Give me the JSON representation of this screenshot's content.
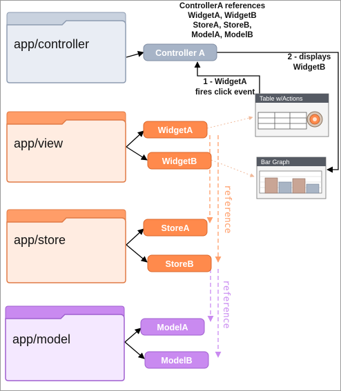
{
  "folders": {
    "controller": {
      "label": "app/controller",
      "fill": "#e9edf4",
      "tab": "#c9d2df",
      "stroke": "#8d9bb0"
    },
    "view": {
      "label": "app/view",
      "fill": "#ffece1",
      "tab": "#ff9d68",
      "stroke": "#e07a45"
    },
    "store": {
      "label": "app/store",
      "fill": "#ffece1",
      "tab": "#ff9d68",
      "stroke": "#e07a45"
    },
    "model": {
      "label": "app/model",
      "fill": "#f4e8ff",
      "tab": "#c98af0",
      "stroke": "#9f5fcf"
    }
  },
  "pills": {
    "controller_a": "Controller A",
    "widget_a": "WidgetA",
    "widget_b": "WidgetB",
    "store_a": "StoreA",
    "store_b": "StoreB",
    "model_a": "ModelA",
    "model_b": "ModelB"
  },
  "notes": {
    "references": [
      "ControllerA references",
      "WidgetA, WidgetB",
      "StoreA, StoreB,",
      "ModelA, ModelB"
    ],
    "step1": [
      "1 - WidgetA",
      "fires click event"
    ],
    "step2": [
      "2 - displays",
      "WidgetB"
    ]
  },
  "windows": {
    "table": "Table w/Actions",
    "bar": "Bar Graph"
  },
  "references": {
    "orange": "reference",
    "purple": "reference"
  },
  "colors": {
    "controller_pill": "#a7b4c7",
    "orange_pill": "#ff8a4c",
    "purple_pill": "#c98af0",
    "orange_line": "#ff9d68",
    "purple_line": "#c98af0"
  }
}
